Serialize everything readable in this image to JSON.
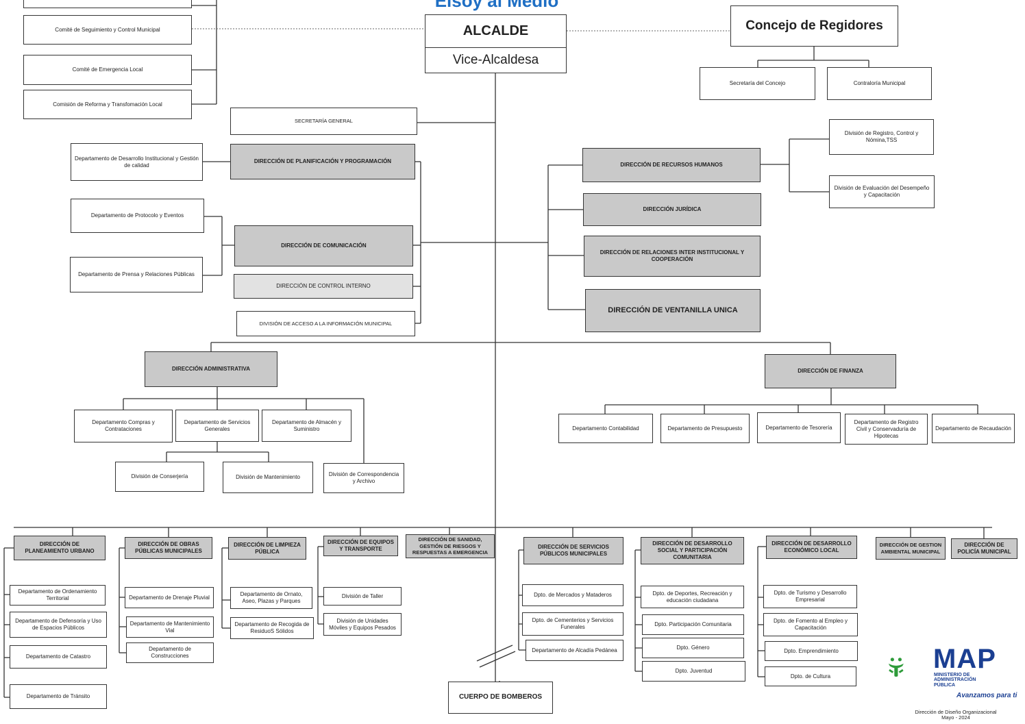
{
  "header_title": "Elsoy al Medio",
  "alcalde": "ALCALDE",
  "vice": "Vice-Alcaldesa",
  "concejo": "Concejo de Regidores",
  "secretaria_concejo": "Secretaría del Concejo",
  "contraloria": "Contraloría Municipal",
  "comites": [
    "Comité de Seguimiento y Control Municipal",
    "Comité de Emergencia Local",
    "Comisión de Reforma y Transfomación Local"
  ],
  "secretaria_general": "SECRETARÍA GENERAL",
  "depto_desarrollo_inst": "Departamento de Desarrollo Institucional y Gestión de calidad",
  "dir_planificacion": "DIRECCIÓN DE PLANIFICACIÓN Y PROGRAMACIÓN",
  "depto_protocolo": "Departamento de Protocolo y Eventos",
  "depto_prensa": "Departamento de Prensa y Relaciones Públicas",
  "dir_comunicacion": "DIRECCIÓN DE COMUNICACIÓN",
  "dir_control_interno": "DIRECCIÓN DE CONTROL INTERNO",
  "div_acceso_info": "DIVISIÓN DE ACCESO A LA INFORMACIÓN MUNICIPAL",
  "dir_rrhh": "DIRECCIÓN DE RECURSOS HUMANOS",
  "div_registro": "División de Registro, Control y Nómina,TSS",
  "div_evaluacion": "División de Evaluación del Desempeño y Capacitación",
  "dir_juridica": "DIRECCIÓN JURÍDICA",
  "dir_relaciones": "DIRECCIÓN DE RELACIONES INTER INSTITUCIONAL Y COOPERACIÓN",
  "dir_ventanilla": "DIRECCIÓN DE VENTANILLA UNICA",
  "dir_administrativa": "DIRECCIÓN ADMINISTRATIVA",
  "admin_deptos": [
    "Departamento Compras y Contrataciones",
    "Departamento de Servicios Generales",
    "Departamento de Almacén y Suministro"
  ],
  "div_conserjeria": "División de Conserjería",
  "div_mantenimiento": "División de Mantenimiento",
  "div_correspondencia": "División de Correspondencia y Archivo",
  "dir_finanza": "DIRECCIÓN DE FINANZA",
  "finanza_deptos": [
    "Departamento Contabilidad",
    "Departamento de Presupuesto",
    "Departamento de Tesorería",
    "Departamento de Registro Civil y Conservaduría de Hipotecas",
    "Departamento de Recaudación"
  ],
  "dir_planeamiento": "DIRECCIÓN DE PLANEAMIENTO URBANO",
  "planeamiento_deptos": [
    "Departamento de Ordenamiento Territorial",
    "Departamento de Defensoría y Uso de Espacios Públicos",
    "Departamento de Catastro",
    "Departamento de Tránsito"
  ],
  "dir_obras": "DIRECCIÓN DE OBRAS PÚBLICAS MUNICIPALES",
  "obras_deptos": [
    "Departamento de Drenaje Pluvial",
    "Departamento de Mantenimiento Vial",
    "Departamento de Construcciones"
  ],
  "dir_limpieza": "DIRECCIÓN DE LIMPIEZA PÚBLICA",
  "limpieza_deptos": [
    "Departamento de Ornato, Aseo, Plazas y Parques",
    "Departamento de Recogida de ResiduoS Sólidos"
  ],
  "dir_equipos": "DIRECCIÓN DE EQUIPOS Y TRANSPORTE",
  "equipos_divs": [
    "División de Taller",
    "División de Unidades Móviles y Equipos Pesados"
  ],
  "dir_sanidad": "DIRECCIÓN DE SANIDAD, GESTIÓN DE RIESGOS Y RESPUESTAS A EMERGENCIA",
  "dir_servicios": "DIRECCIÓN DE SERVICIOS PÚBLICOS MUNICIPALES",
  "servicios_deptos": [
    "Dpto. de Mercados y Mataderos",
    "Dpto. de Cementerios y Servicios Funerales",
    "Departamento de Alcadía Pedánea"
  ],
  "dir_desarrollo_social": "DIRECCIÓN DE DESARROLLO SOCIAL Y PARTICIPACIÓN COMUNITARIA",
  "social_deptos": [
    "Dpto. de Deportes, Recreación y educación ciudadana",
    "Dpto. Participación Comunitaria",
    "Dpto. Género",
    "Dpto. Juventud"
  ],
  "dir_desarrollo_economico": "DIRECCIÓN DE DESARROLLO ECONÓMICO LOCAL",
  "economico_deptos": [
    "Dpto. de Turismo y Desarrollo Empresarial",
    "Dpto. de Fomento al Empleo y Capacitación",
    "Dpto. Emprendimiento",
    "Dpto. de Cultura"
  ],
  "dir_ambiental": "DIRECCIÓN DE GESTION AMBIENTAL MUNICIPAL",
  "dir_policia": "DIRECCIÓN DE POLICÍA MUNICIPAL",
  "bomberos": "CUERPO DE BOMBEROS",
  "logo": {
    "name": "MAP",
    "subtitle": "MINISTERIO DE ADMINISTRACIÓN PÚBLICA",
    "slogan": "Avanzamos para ti",
    "colors": {
      "green": "#2e9b3a",
      "blue": "#1b3f92"
    }
  },
  "footer": {
    "line1": "Dirección de Diseño Organizacional",
    "line2": "Mayo - 2024"
  }
}
